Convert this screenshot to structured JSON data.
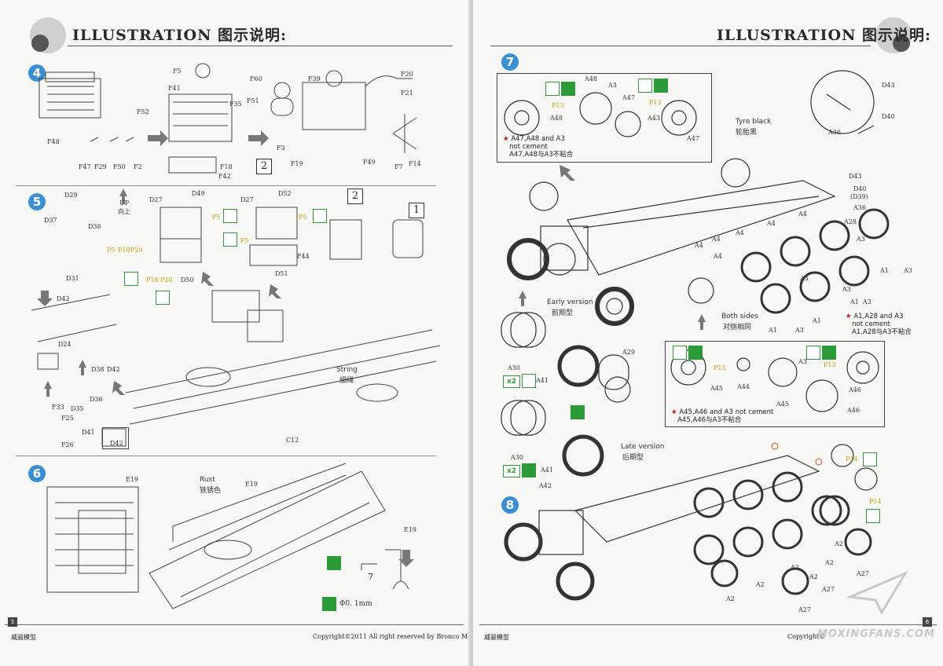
{
  "header": {
    "title_left": "ILLUSTRATION 图示说明:",
    "title_right": "ILLUSTRATION 图示说明:"
  },
  "steps": {
    "s4": "4",
    "s5": "5",
    "s6": "6",
    "s7": "7",
    "s8": "8"
  },
  "sub_boxes": {
    "b2a": "2",
    "b2b": "2",
    "b1": "1"
  },
  "labels": {
    "F5": "F5",
    "F41": "F41",
    "F35": "F35",
    "F60": "F60",
    "F39": "F39",
    "F20": "F20",
    "F21": "F21",
    "F51": "F51",
    "F52": "F52",
    "F48": "F48",
    "F47": "F47",
    "F29": "F29",
    "F50": "F50",
    "F2": "F2",
    "F18": "F18",
    "F42": "F42",
    "F3": "F3",
    "F19": "F19",
    "F49": "F49",
    "F7": "F7",
    "F14": "F14",
    "D29": "D29",
    "D27a": "D27",
    "D49": "D49",
    "D27b": "D27",
    "D52": "D52",
    "D37": "D37",
    "D30": "D30",
    "D31": "D31",
    "D50": "D50",
    "D51": "D51",
    "F44": "F44",
    "P5a": "P5",
    "P5b": "P5",
    "P5c": "P5",
    "P5d": "P5",
    "P18a": "P18",
    "P20a": "P20",
    "P18b": "P18",
    "P20b": "P20",
    "up_en": "UP",
    "up_cn": "向上",
    "D42a": "D42",
    "D24": "D24",
    "D38": "D38",
    "D42b": "D42",
    "D35": "D35",
    "D36": "D36",
    "F33": "F33",
    "F25": "F25",
    "D41": "D41",
    "F26": "F26",
    "D42c": "D42",
    "C12": "C12",
    "string_en": "String",
    "string_cn": "细绳",
    "E19a": "E19",
    "E19b": "E19",
    "E19c": "E19",
    "rust_en": "Rust",
    "rust_cn": "铁锈色",
    "dim7": "7",
    "dia": "Φ0. 1mm",
    "A48a": "A48",
    "A48b": "A48",
    "A3a": "A3",
    "A47a": "A47",
    "A43": "A43",
    "A47b": "A47",
    "P13a": "P13",
    "P13b": "P13",
    "tyre_en": "Tyre black",
    "tyre_cn": "轮胎黑",
    "D43a": "D43",
    "D40a": "D40",
    "A36a": "A36",
    "D43b": "D43",
    "D40b": "D40",
    "D39": "(D39)",
    "A36b": "A36",
    "A4a": "A4",
    "A4b": "A4",
    "A4c": "A4",
    "A4d": "A4",
    "A4e": "A4",
    "A4f": "A4",
    "A28": "A28",
    "A3b": "A3",
    "A3c": "A3",
    "A1a": "A1",
    "A3d": "A3",
    "A3e": "A3",
    "A1b": "A1",
    "A3f": "A3",
    "A1c": "A1",
    "A3g": "A3",
    "A1d": "A1",
    "early_en": "Early version",
    "early_cn": "前期型",
    "both_en": "Both sides",
    "both_cn": "对侧相同",
    "A30a": "A30",
    "A41a": "A41",
    "A29": "A29",
    "A30b": "A30",
    "A41b": "A41",
    "A42": "A42",
    "late_en": "Late version",
    "late_cn": "后期型",
    "A45a": "A45",
    "A44": "A44",
    "A3h": "A3",
    "A45b": "A45",
    "A46a": "A46",
    "A46b": "A46",
    "P13c": "P13",
    "P13d": "P13",
    "P14a": "P14",
    "P14b": "P14",
    "A2a": "A2",
    "A2b": "A2",
    "A2c": "A2",
    "A2d": "A2",
    "A2e": "A2",
    "A2f": "A2",
    "A27a": "A27",
    "A27b": "A27",
    "A27c": "A27",
    "x2a": "x2",
    "x2b": "x2"
  },
  "notes": {
    "n1": [
      "A47,A48 and A3",
      "not cement",
      "A47,A48与A3不粘合"
    ],
    "n2": [
      "A1,A28 and A3",
      "not cement",
      "A1,A28与A3不粘合"
    ],
    "n3": [
      "A45,A46 and A3 not cement",
      "A45,A46与A3不粘合"
    ]
  },
  "footer": {
    "left_page_num": "5",
    "right_page_num": "6",
    "brand_left": "威骏模型",
    "brand_right": "威骏模型",
    "copyright_left": "Copyright©2011  All right reserved by Bronco Models",
    "copyright_right": "Copyright©",
    "watermark": "MOXINGFANS.COM"
  },
  "colors": {
    "step_blue": "#3a8fd4",
    "glue_green": "#2d9a3a",
    "part_yellow": "#c9a400",
    "note_red": "#d01010"
  }
}
